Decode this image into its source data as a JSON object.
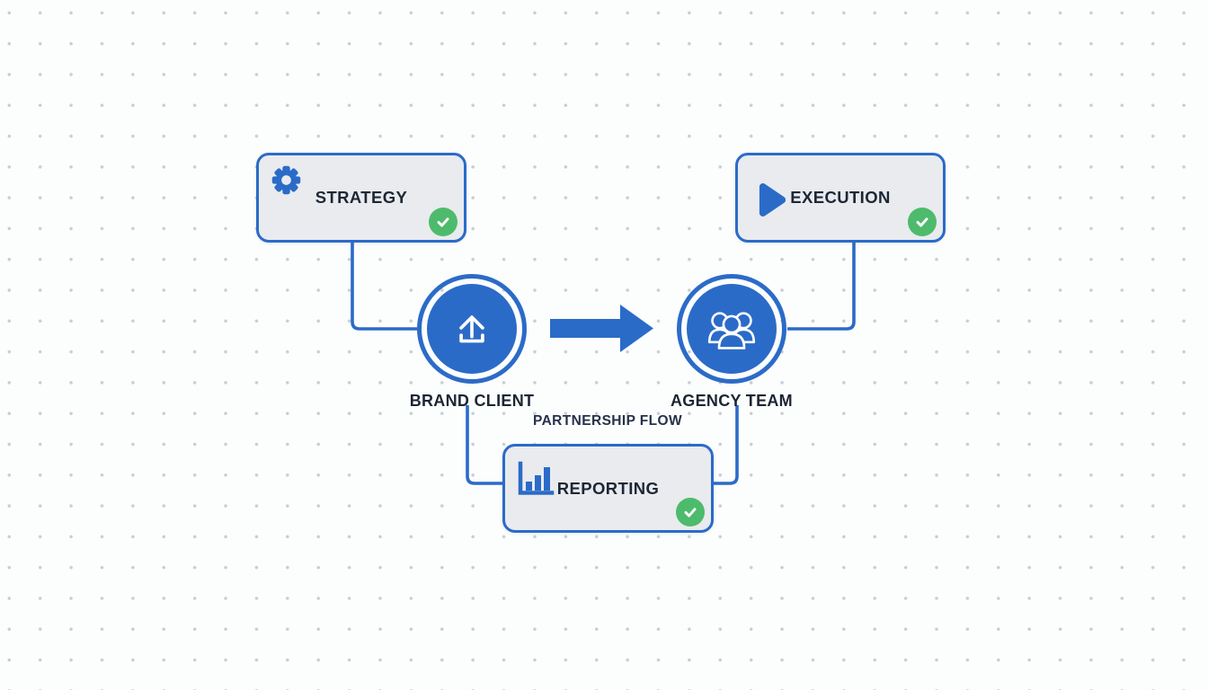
{
  "colors": {
    "primary_blue": "#2b6bc8",
    "box_fill": "#e9ebee",
    "box_border": "#2b6bc8",
    "success_green": "#4dbb6b",
    "label_text": "#1e2736",
    "background": "#fcfdfd",
    "dot_grid": "#c9ced3"
  },
  "boxes": {
    "strategy": {
      "label": "STRATEGY",
      "icon": "gear-icon",
      "status": "completed-check"
    },
    "execution": {
      "label": "EXECUTION",
      "icon": "play-icon",
      "status": "completed-check"
    },
    "reporting": {
      "label": "REPORTING",
      "icon": "bar-chart-icon",
      "status": "completed-check"
    }
  },
  "actors": {
    "brand_client": {
      "label": "BRAND CLIENT",
      "icon": "upload-icon"
    },
    "agency_team": {
      "label": "AGENCY TEAM",
      "icon": "team-icon"
    }
  },
  "flow": {
    "label": "PARTNERSHIP FLOW"
  }
}
